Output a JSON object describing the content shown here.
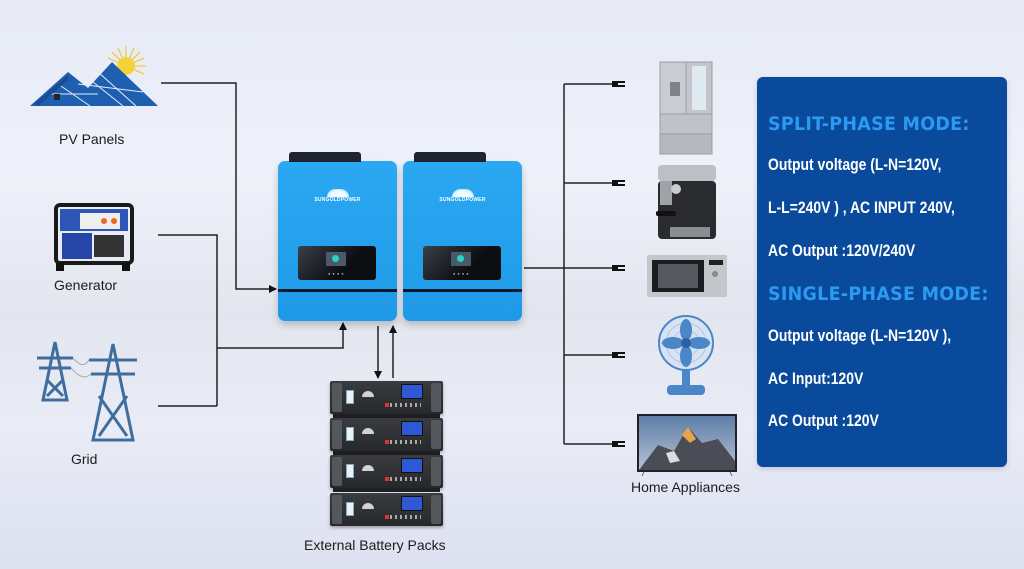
{
  "diagram": {
    "title": "Split-phase / Single-phase inverter system connection diagram",
    "sources": [
      {
        "id": "pv",
        "label": "PV Panels",
        "icon": "solar-panel-house-icon"
      },
      {
        "id": "generator",
        "label": "Generator",
        "icon": "generator-icon"
      },
      {
        "id": "grid",
        "label": "Grid",
        "icon": "power-tower-icon"
      }
    ],
    "inverters": [
      {
        "id": "inverter-1",
        "brand": "SUNGOLDPOWER",
        "color": "#1e9ae8"
      },
      {
        "id": "inverter-2",
        "brand": "SUNGOLDPOWER",
        "color": "#1e9ae8"
      }
    ],
    "battery": {
      "label": "External Battery Packs",
      "count": 4
    },
    "appliances": {
      "label": "Home Appliances",
      "items": [
        {
          "name": "Refrigerator",
          "icon": "refrigerator-icon"
        },
        {
          "name": "Coffee Machine",
          "icon": "coffee-machine-icon"
        },
        {
          "name": "Microwave",
          "icon": "microwave-icon"
        },
        {
          "name": "Fan",
          "icon": "fan-icon"
        },
        {
          "name": "TV",
          "icon": "tv-icon"
        }
      ]
    },
    "connections": [
      {
        "from": "pv",
        "to": "inverter-1",
        "arrow": true
      },
      {
        "from": "generator",
        "to": "inverter-1",
        "arrow": true
      },
      {
        "from": "grid",
        "to": "inverter-1",
        "arrow": true
      },
      {
        "from": "inverter-1",
        "to": "battery",
        "arrow": true
      },
      {
        "from": "battery",
        "to": "inverter-1",
        "arrow": true
      },
      {
        "from": "inverter-2",
        "to": "appliances",
        "arrow": false
      }
    ]
  },
  "info_panel": {
    "bg_color": "#0a4a9c",
    "heading_color": "#2a9bf0",
    "split_phase": {
      "heading": "SPLIT-PHASE MODE:",
      "lines": [
        "Output voltage (L-N=120V,",
        "L-L=240V ) , AC INPUT 240V,",
        "AC Output :120V/240V"
      ]
    },
    "single_phase": {
      "heading": "SINGLE-PHASE MODE:",
      "lines": [
        "Output voltage (L-N=120V ),",
        "AC Input:120V",
        "AC Output :120V"
      ]
    }
  }
}
